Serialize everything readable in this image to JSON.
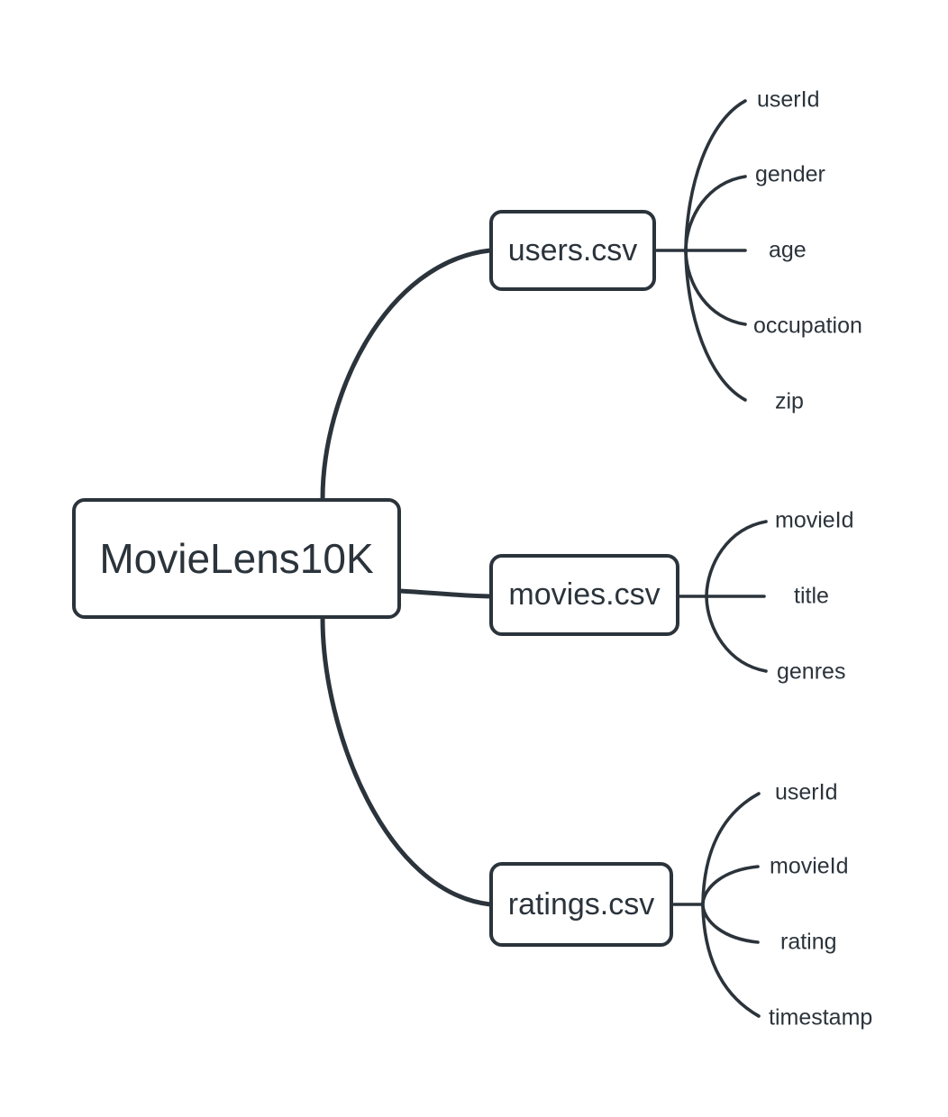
{
  "colors": {
    "ink": "#2b333b",
    "background": "#ffffff",
    "node_fill": "#ffffff"
  },
  "root": {
    "label": "MovieLens10K"
  },
  "files": [
    {
      "label": "users.csv",
      "fields": [
        "userId",
        "gender",
        "age",
        "occupation",
        "zip"
      ]
    },
    {
      "label": "movies.csv",
      "fields": [
        "movieId",
        "title",
        "genres"
      ]
    },
    {
      "label": "ratings.csv",
      "fields": [
        "userId",
        "movieId",
        "rating",
        "timestamp"
      ]
    }
  ]
}
